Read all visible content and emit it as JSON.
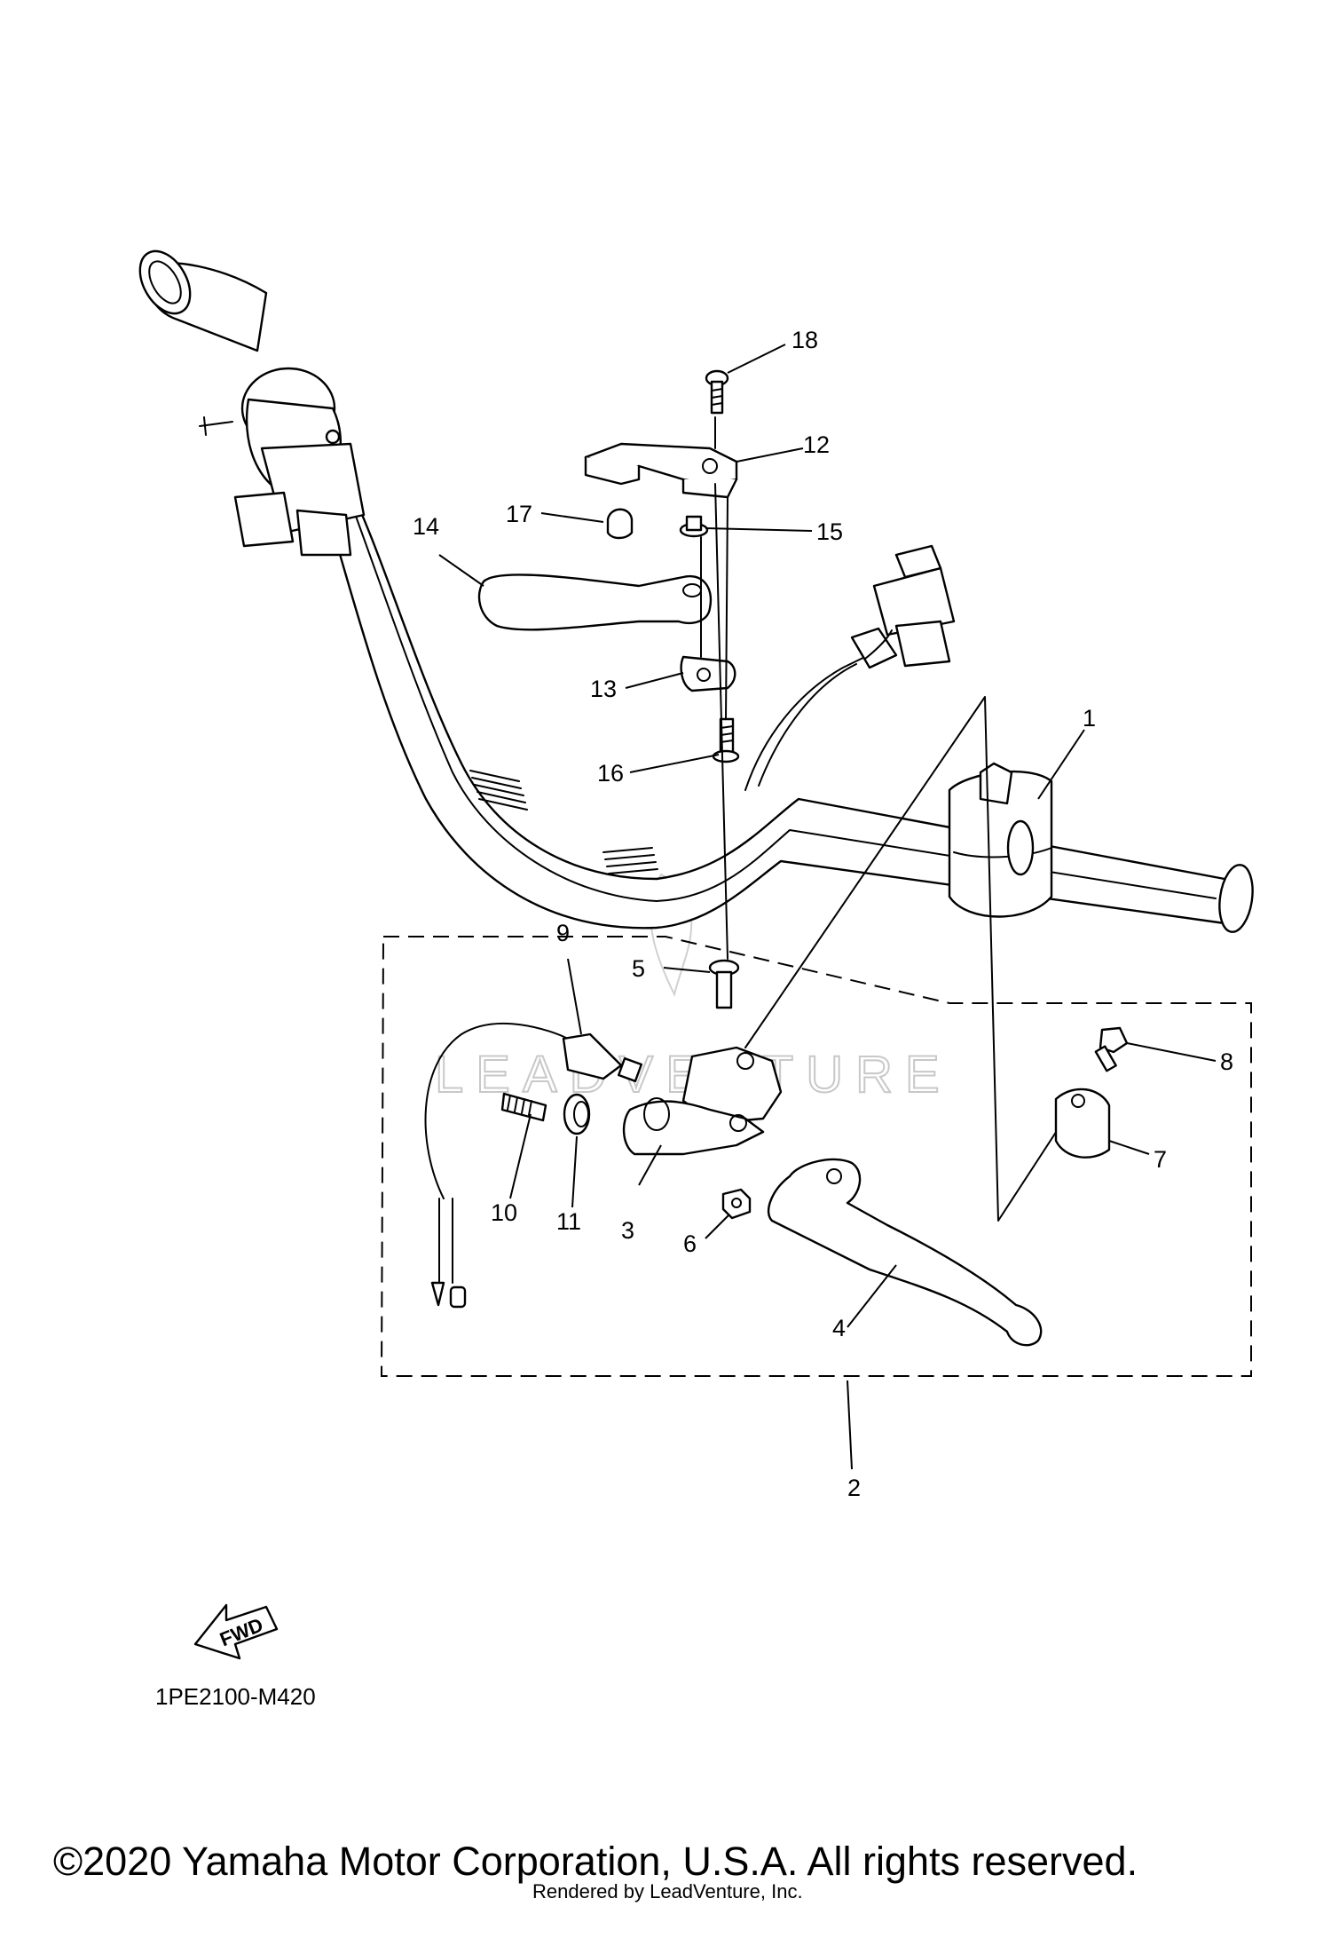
{
  "diagram": {
    "code": "1PE2100-M420",
    "copyright": "©2020 Yamaha Motor Corporation, U.S.A. All rights reserved.",
    "rendered_by": "Rendered by LeadVenture, Inc.",
    "watermark": "LEADVENTURE",
    "fwd_label": "FWD",
    "parts": [
      {
        "id": "p1",
        "label": "1"
      },
      {
        "id": "p2",
        "label": "2"
      },
      {
        "id": "p3",
        "label": "3"
      },
      {
        "id": "p4",
        "label": "4"
      },
      {
        "id": "p5",
        "label": "5"
      },
      {
        "id": "p6",
        "label": "6"
      },
      {
        "id": "p7",
        "label": "7"
      },
      {
        "id": "p8",
        "label": "8"
      },
      {
        "id": "p9",
        "label": "9"
      },
      {
        "id": "p10",
        "label": "10"
      },
      {
        "id": "p11",
        "label": "11"
      },
      {
        "id": "p12",
        "label": "12"
      },
      {
        "id": "p13",
        "label": "13"
      },
      {
        "id": "p14",
        "label": "14"
      },
      {
        "id": "p15",
        "label": "15"
      },
      {
        "id": "p16",
        "label": "16"
      },
      {
        "id": "p17",
        "label": "17"
      },
      {
        "id": "p18",
        "label": "18"
      }
    ]
  }
}
